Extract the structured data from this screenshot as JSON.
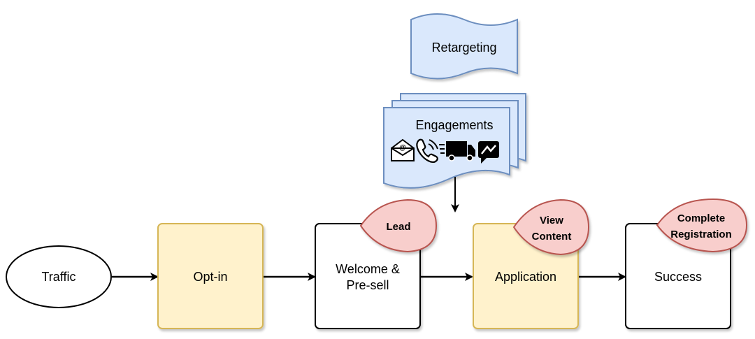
{
  "nodes": {
    "traffic": "Traffic",
    "optin": "Opt-in",
    "welcome_line1": "Welcome &",
    "welcome_line2": "Pre-sell",
    "application": "Application",
    "success": "Success",
    "retargeting": "Retargeting",
    "engagements": "Engagements"
  },
  "tags": {
    "lead": "Lead",
    "view_line1": "View",
    "view_line2": "Content",
    "complete_line1": "Complete",
    "complete_line2": "Registration"
  },
  "icons": [
    "email-icon",
    "phone-icon",
    "delivery-truck-icon",
    "messenger-icon"
  ],
  "colors": {
    "yellow_fill": "#fff2cc",
    "yellow_stroke": "#d6b656",
    "blue_fill": "#dae8fc",
    "blue_stroke": "#6c8ebf",
    "red_fill": "#f8cecc",
    "red_stroke": "#b85450"
  }
}
